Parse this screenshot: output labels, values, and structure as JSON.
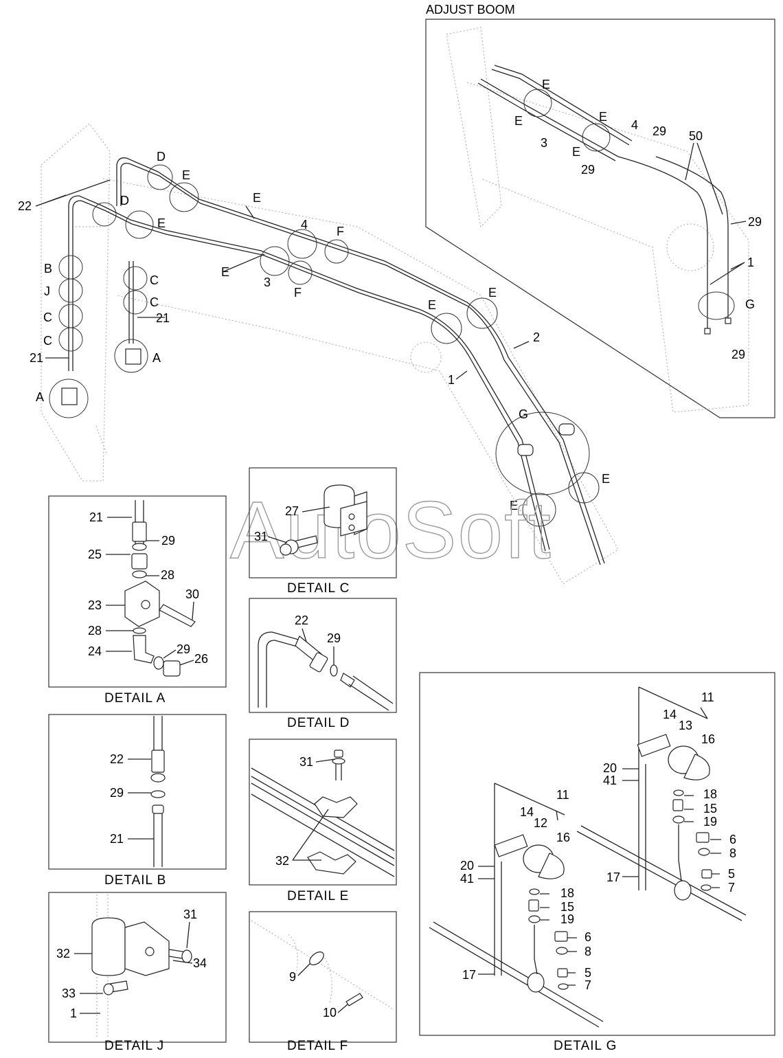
{
  "title": "ADJUST BOOM",
  "watermark": "AutoSoft",
  "main_labels": [
    "22",
    "D",
    "D",
    "E",
    "E",
    "4",
    "E",
    "F",
    "3",
    "E",
    "F",
    "E",
    "E",
    "2",
    "1",
    "G",
    "E",
    "E",
    "B",
    "J",
    "C",
    "C",
    "21",
    "A",
    "C",
    "C",
    "21",
    "A"
  ],
  "inset_labels": [
    "E",
    "E",
    "E",
    "E",
    "4",
    "29",
    "3",
    "29",
    "50",
    "29",
    "1",
    "G",
    "29"
  ],
  "details": {
    "a": {
      "caption": "DETAIL  A",
      "labels": [
        "21",
        "29",
        "25",
        "28",
        "23",
        "30",
        "28",
        "24",
        "29",
        "26"
      ]
    },
    "b": {
      "caption": "DETAIL  B",
      "labels": [
        "22",
        "29",
        "21"
      ]
    },
    "j": {
      "caption": "DETAIL  J",
      "labels": [
        "31",
        "32",
        "34",
        "33",
        "1"
      ]
    },
    "c": {
      "caption": "DETAIL  C",
      "labels": [
        "27",
        "31"
      ]
    },
    "d": {
      "caption": "DETAIL  D",
      "labels": [
        "22",
        "29"
      ]
    },
    "e": {
      "caption": "DETAIL  E",
      "labels": [
        "31",
        "32"
      ]
    },
    "f": {
      "caption": "DETAIL  F",
      "labels": [
        "9",
        "10"
      ]
    },
    "g": {
      "caption": "DETAIL  G",
      "labels": [
        "11",
        "14",
        "13",
        "16",
        "20",
        "41",
        "18",
        "15",
        "19",
        "6",
        "8",
        "5",
        "7",
        "17",
        "11",
        "14",
        "12",
        "16",
        "20",
        "41",
        "18",
        "15",
        "19",
        "6",
        "8",
        "5",
        "7",
        "17"
      ]
    }
  }
}
